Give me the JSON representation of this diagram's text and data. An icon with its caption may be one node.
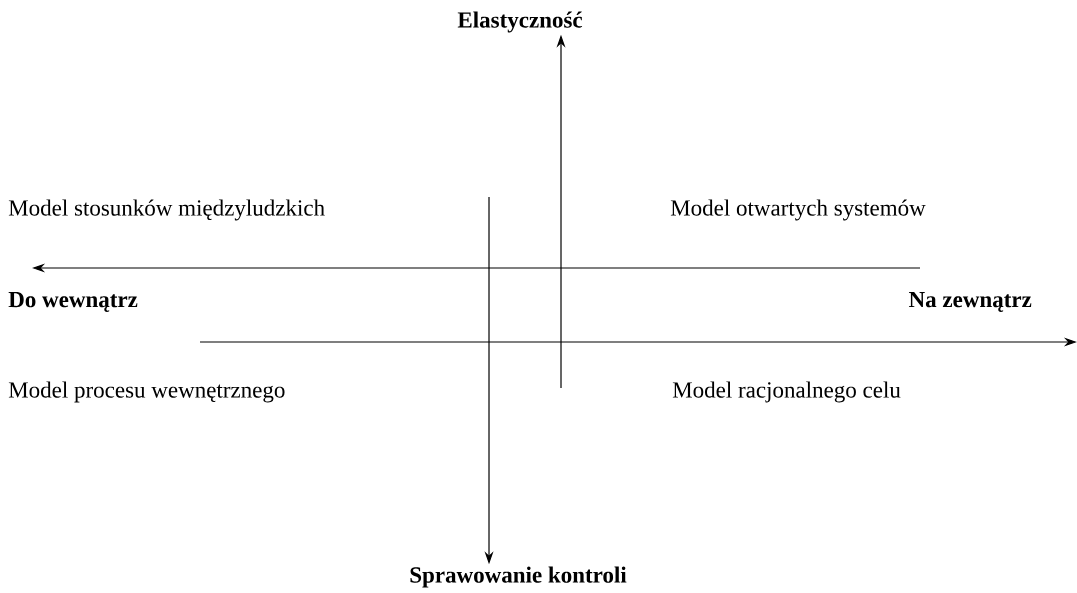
{
  "diagram": {
    "nodes": [
      {
        "text": [
          "Elastyczność"
        ]
      },
      {
        "text": [
          "Sprawowanie kontroli"
        ]
      }
    ],
    "edges": [
      {
        "from": null,
        "to": 0,
        "arrow": "to"
      },
      {
        "from": null,
        "to": 1,
        "arrow": "to"
      }
    ],
    "labels": [
      "Model stosunków międzyludzkich",
      "Model otwartych systemów",
      "Do wewnątrz",
      "Na zewnątrz",
      "Model procesu wewnętrznego",
      "Model racjonalnego celu"
    ]
  }
}
